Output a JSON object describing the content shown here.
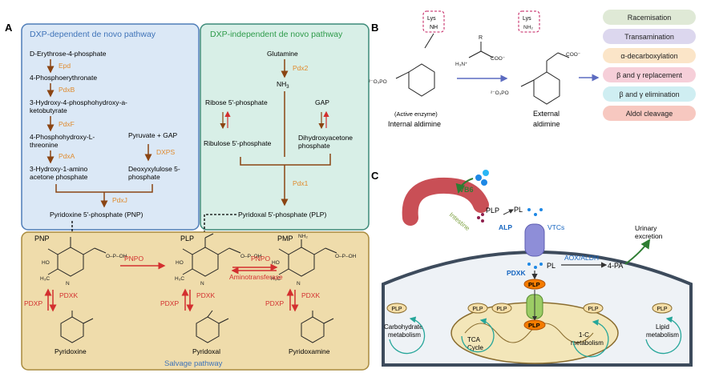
{
  "panel_a": {
    "letter": "A",
    "dxp_dep": {
      "title": "DXP-dependent de novo pathway",
      "e4p": "D-Erythrose-4-phosphate",
      "epd": "Epd",
      "phosphoerythronate": "4-Phosphoerythronate",
      "pdxb": "PdxB",
      "hydroxy_keto_1": "3-Hydroxy-4-phosphohydroxy-a-",
      "hydroxy_keto_2": "ketobutyrate",
      "pdxf": "PdxF",
      "phosphothreonine_1": "4-Phosphohydroxy-L-",
      "phosphothreonine_2": "threonine",
      "pyruvate_gap": "Pyruvate + GAP",
      "pdxa": "PdxA",
      "dxps": "DXPS",
      "amino_acetone_1": "3-Hydroxy-1-amino",
      "amino_acetone_2": "acetone phosphate",
      "dxp_1": "Deoxyxylulose 5-",
      "dxp_2": "phosphate",
      "pdxj": "PdxJ",
      "pnp": "Pyridoxine 5'-phosphate (PNP)"
    },
    "dxp_indep": {
      "title": "DXP-independent de novo pathway",
      "glutamine": "Glutamine",
      "pdx2": "Pdx2",
      "nh3": "NH",
      "nh3_sub": "3",
      "ribose": "Ribose 5'-phosphate",
      "gap": "GAP",
      "ribulose": "Ribulose 5'-phosphate",
      "dhap_1": "Dihydroxyacetone",
      "dhap_2": "phosphate",
      "pdx1": "Pdx1",
      "plp": "Pyridoxal 5'-phosphate (PLP)"
    },
    "salvage": {
      "title": "Salvage pathway",
      "pnp": "PNP",
      "plp": "PLP",
      "pmp": "PMP",
      "pnpo_1": "PNPO",
      "pnpo_2": "PNPO",
      "aminotransferase": "Aminotransferase",
      "pdxk_1": "PDXK",
      "pdxp_1": "PDXP",
      "pdxk_2": "PDXK",
      "pdxp_2": "PDXP",
      "pdxk_3": "PDXK",
      "pdxp_3": "PDXP",
      "pyridoxine": "Pyridoxine",
      "pyridoxal": "Pyridoxal",
      "pyridoxamine": "Pyridoxamine"
    }
  },
  "panel_b": {
    "letter": "B",
    "lys": "Lys",
    "nh": "NH",
    "active_enzyme": "(Active enzyme)",
    "internal_aldimine": "Internal aldimine",
    "external_aldimine_1": "External",
    "external_aldimine_2": "aldimine",
    "reactions": [
      {
        "label": "Racemisation",
        "color": "#dfe9d6"
      },
      {
        "label": "Transamination",
        "color": "#dcd7ee"
      },
      {
        "label": "α-decarboxylation",
        "color": "#fbe5c8"
      },
      {
        "label": "β and γ replacement",
        "color": "#f6cfd9"
      },
      {
        "label": "β and γ elimination",
        "color": "#cfeef2"
      },
      {
        "label": "Aldol cleavage",
        "color": "#f7c8c0"
      }
    ]
  },
  "panel_c": {
    "letter": "C",
    "vb6": "VB6",
    "intestine": "Intestine",
    "plp_top": "PLP",
    "pl_top": "PL",
    "alp": "ALP",
    "vtcs": "VTCs",
    "urinary_1": "Urinary",
    "urinary_2": "excretion",
    "pdxk": "PDXK",
    "pl_mid": "PL",
    "aox": "AOX/ALDH",
    "four_pa": "4-PA",
    "plp_cell": "PLP",
    "plp_mito": "PLP",
    "plp_badges": [
      "PLP",
      "PLP",
      "PLP",
      "PLP",
      "PLP"
    ],
    "carb_1": "Carbohydrate",
    "carb_2": "metabolism",
    "tca_1": "TCA",
    "tca_2": "Cycle",
    "onec_1": "1-C",
    "onec_2": "metabolism",
    "lipid_1": "Lipid",
    "lipid_2": "metabolism"
  }
}
